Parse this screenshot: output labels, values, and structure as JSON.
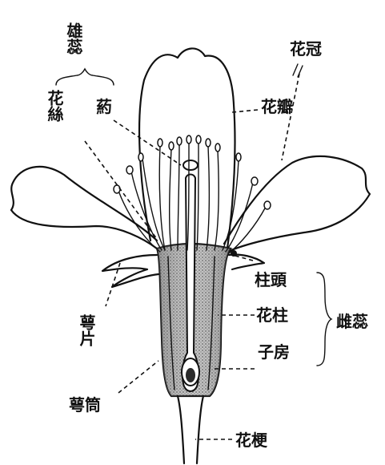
{
  "labels": {
    "stamen": "雄蕊",
    "filament": "花絲",
    "anther": "葯",
    "corolla": "花冠",
    "petal": "花瓣",
    "stigma": "柱頭",
    "style": "花柱",
    "ovary": "子房",
    "pistil": "雌蕊",
    "sepal": "萼片",
    "calyx_tube": "萼筒",
    "pedicel": "花梗"
  },
  "colors": {
    "ink": "#111111",
    "shading": "#8a8a8a",
    "background": "#ffffff"
  }
}
